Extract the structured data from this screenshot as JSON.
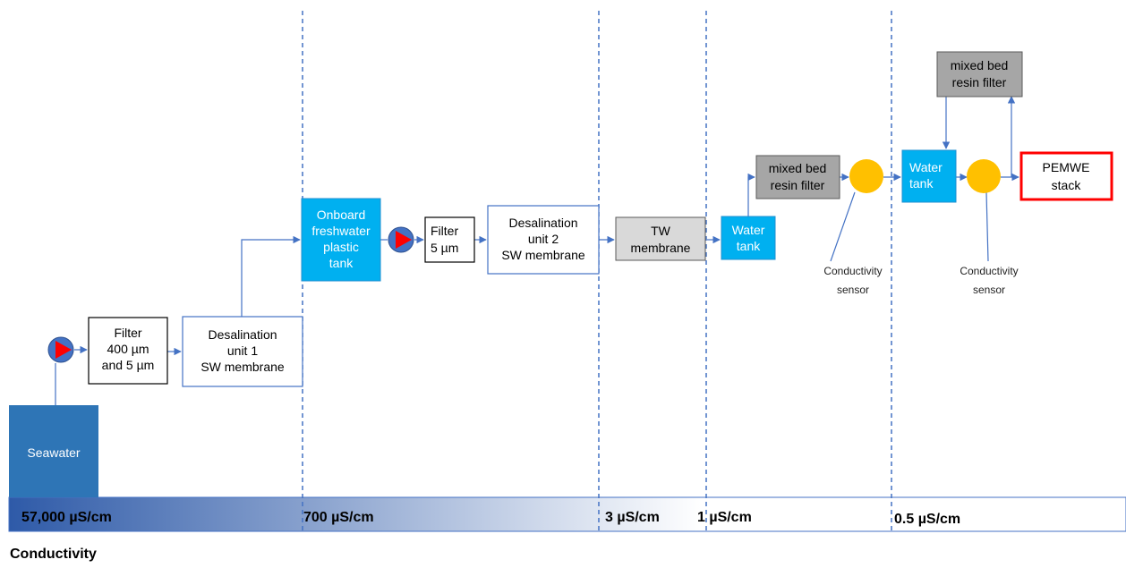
{
  "colors": {
    "line": "#4472c4",
    "cyan_fill": "#00b0f0",
    "cyan_stroke": "#1f8fd0",
    "gray_fill": "#a6a6a6",
    "light_gray_fill": "#d9d9d9",
    "seawater_fill": "#2e75b6",
    "sensor_fill": "#ffc000",
    "pump_fill": "#4472c4",
    "pump_triangle": "#ff0000",
    "pemwe_border": "#ff0000"
  },
  "boxes": {
    "seawater": [
      "Seawater"
    ],
    "filter1": [
      "Filter",
      "400 µm",
      "and 5 µm"
    ],
    "desal1": [
      "Desalination",
      "unit 1",
      "SW membrane"
    ],
    "onboard_tank": [
      "Onboard",
      "freshwater",
      "plastic",
      "tank"
    ],
    "filter2": [
      "Filter",
      "5 µm"
    ],
    "desal2": [
      "Desalination",
      "unit 2",
      "SW membrane"
    ],
    "tw_membrane": [
      "TW",
      "membrane"
    ],
    "water_tank1": [
      "Water",
      "tank"
    ],
    "resin1": [
      "mixed bed",
      "resin filter"
    ],
    "water_tank2": [
      "Water",
      "tank"
    ],
    "resin2": [
      "mixed bed",
      "resin filter"
    ],
    "pemwe": [
      "PEMWE",
      "stack"
    ]
  },
  "sensors": {
    "sensor1": [
      "Conductivity",
      "sensor"
    ],
    "sensor2": [
      "Conductivity",
      "sensor"
    ]
  },
  "conductivity_scale": {
    "values": [
      "57,000 µS/cm",
      "700 µS/cm",
      "3 µS/cm",
      "1 µS/cm",
      "0.5 µS/cm"
    ],
    "title": "Conductivity"
  }
}
